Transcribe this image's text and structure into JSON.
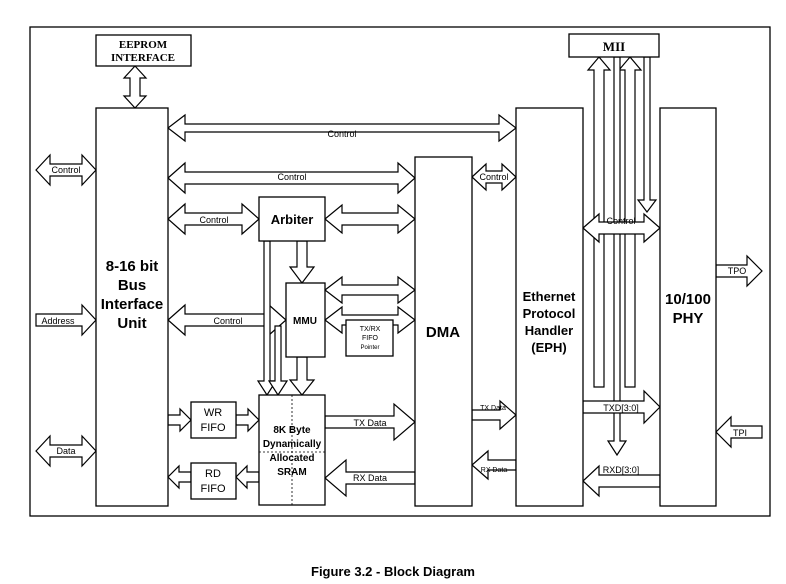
{
  "caption": "Figure 3.2 - Block Diagram",
  "blocks": {
    "eeprom": [
      "EEPROM",
      "INTERFACE"
    ],
    "mii": "MII",
    "bus": [
      "8-16 bit",
      "Bus",
      "Interface",
      "Unit"
    ],
    "arbiter": "Arbiter",
    "mmu": "MMU",
    "fifo_pointer": [
      "TX/RX",
      "FIFO",
      "Pointer"
    ],
    "sram": [
      "8K Byte",
      "Dynamically",
      "Allocated",
      "SRAM"
    ],
    "wr_fifo": [
      "WR",
      "FIFO"
    ],
    "rd_fifo": [
      "RD",
      "FIFO"
    ],
    "dma": "DMA",
    "eph": [
      "Ethernet",
      "Protocol",
      "Handler",
      "(EPH)"
    ],
    "phy": [
      "10/100",
      "PHY"
    ]
  },
  "signals": {
    "control": "Control",
    "address": "Address",
    "data": "Data",
    "tx_data": "TX Data",
    "rx_data": "RX Data",
    "txd": "TXD[3:0]",
    "rxd": "RXD[3:0]",
    "tpo": "TPO",
    "tpi": "TPI"
  }
}
